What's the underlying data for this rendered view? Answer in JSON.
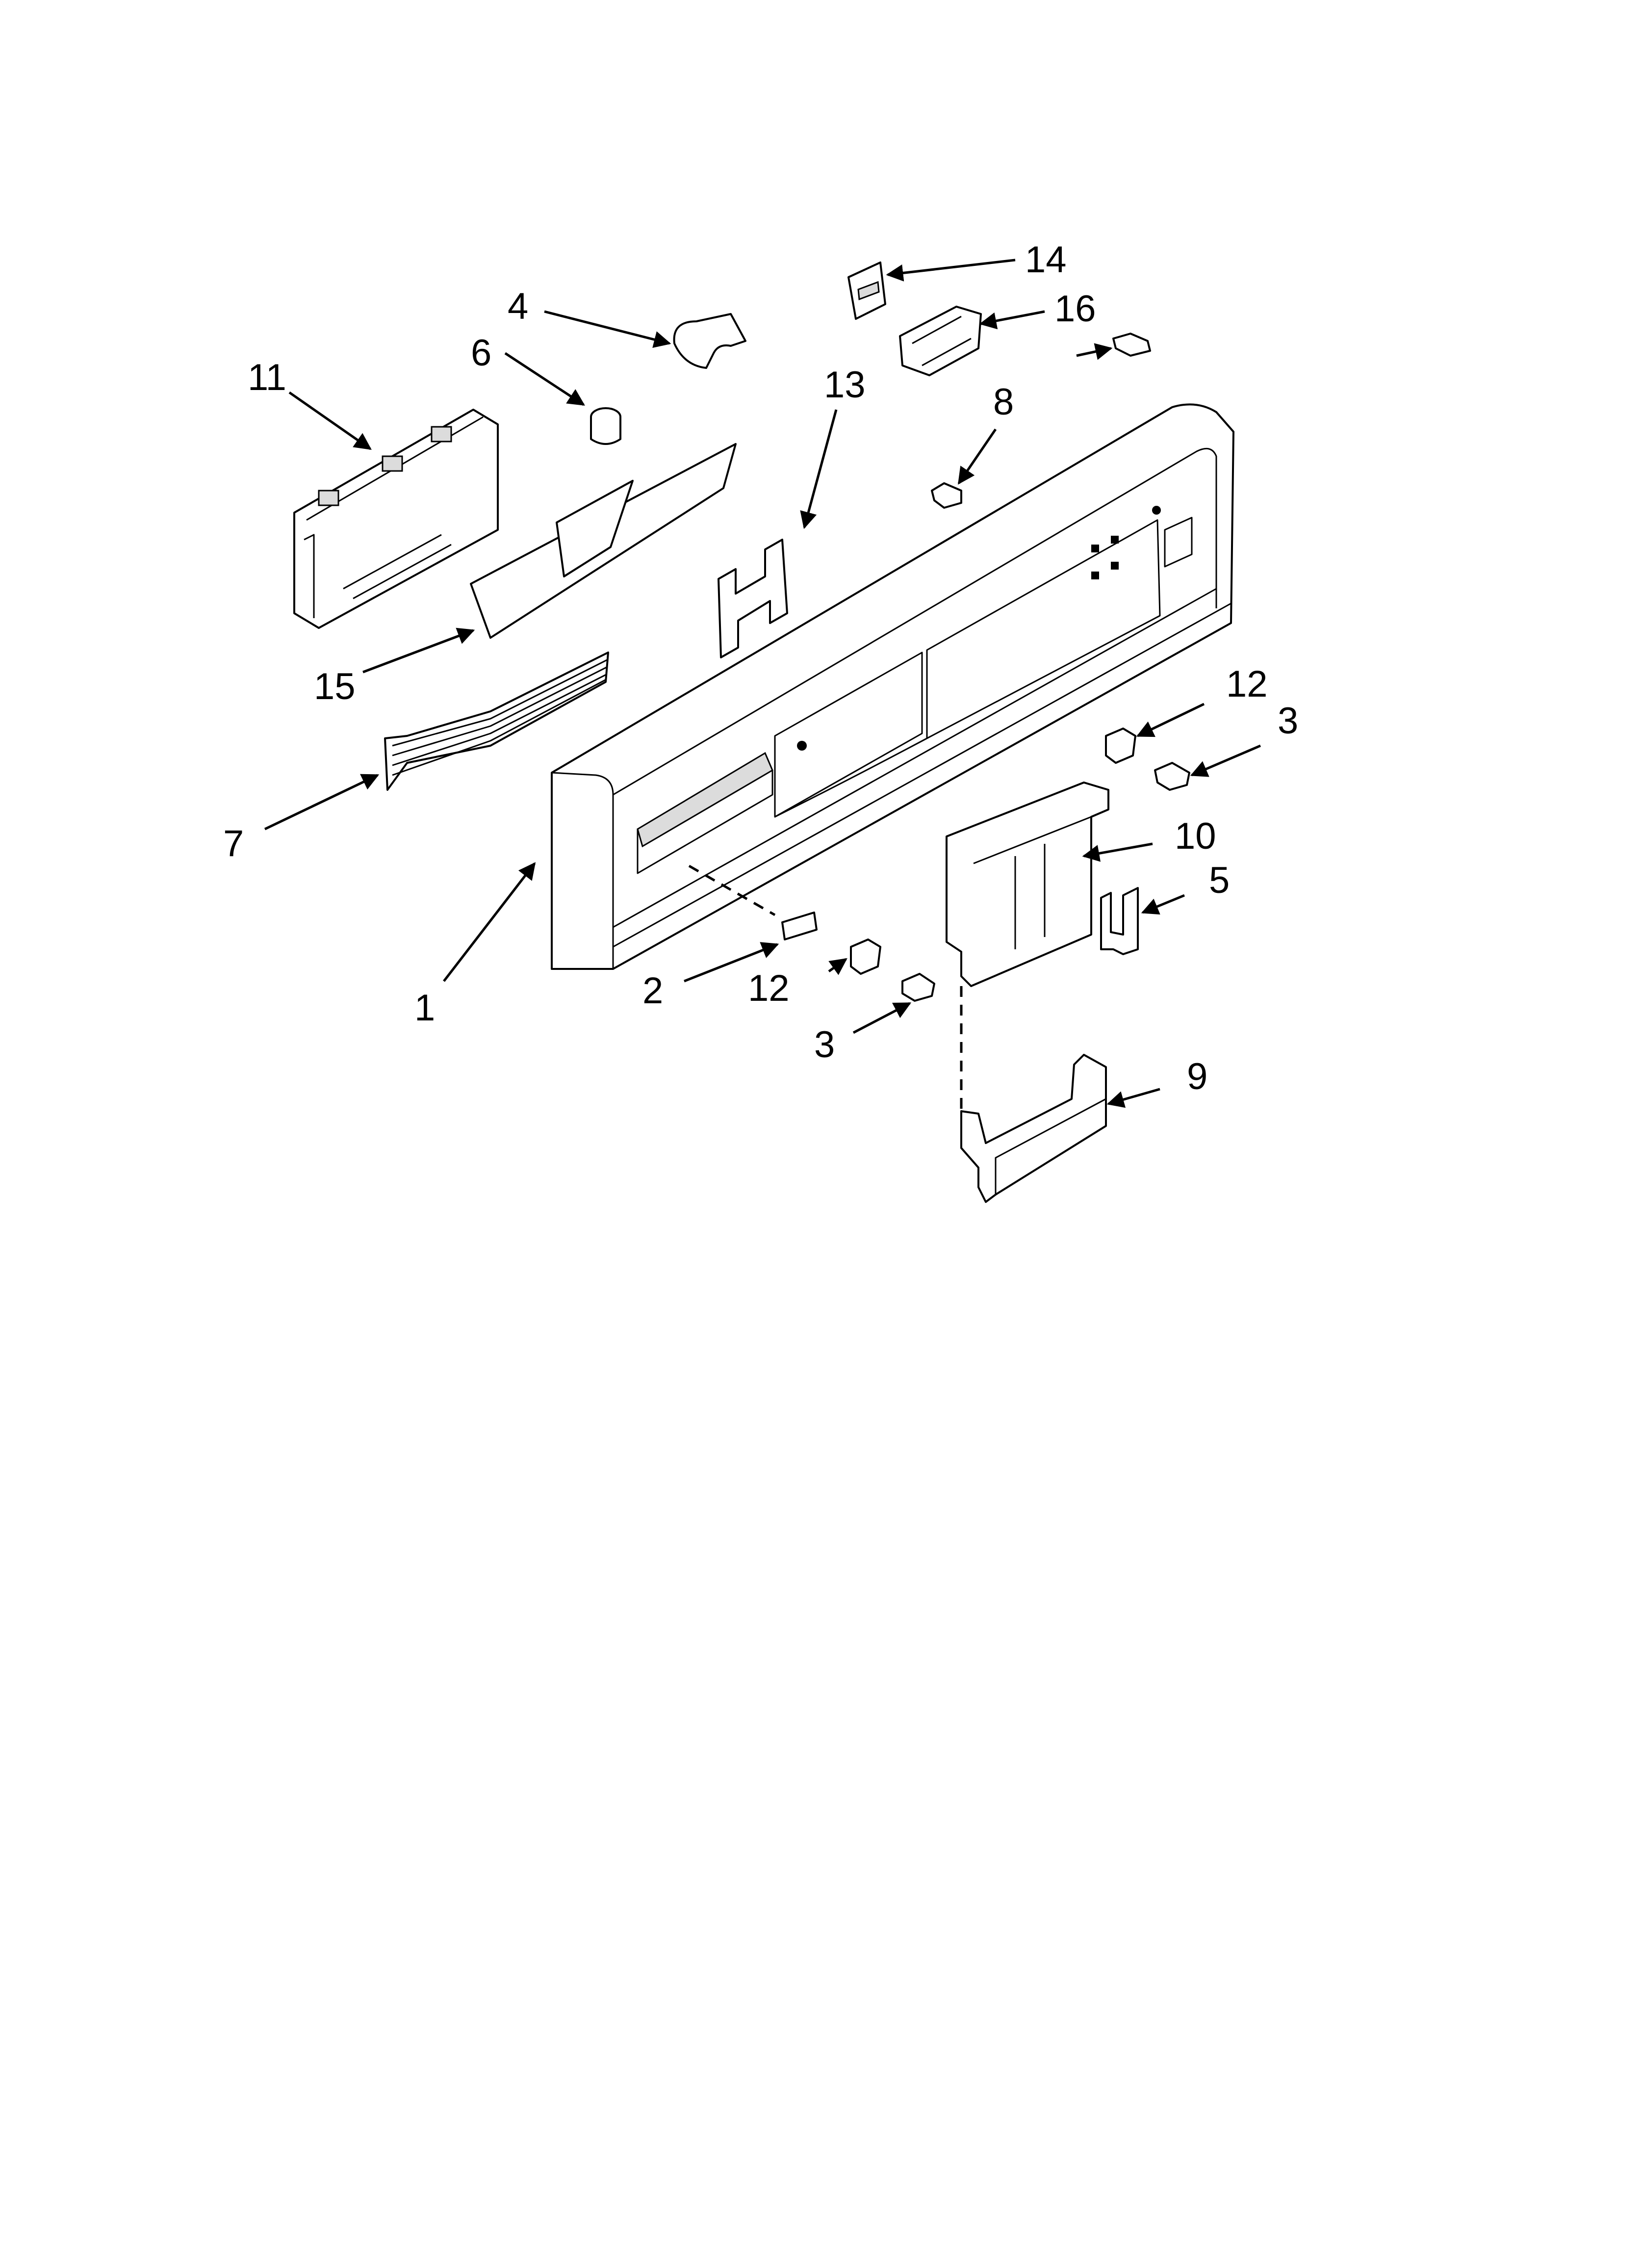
{
  "diagram": {
    "type": "exploded-parts-view",
    "callouts": [
      {
        "id": "c1",
        "text": "1"
      },
      {
        "id": "c2",
        "text": "2"
      },
      {
        "id": "c3a",
        "text": "3"
      },
      {
        "id": "c3b",
        "text": "3"
      },
      {
        "id": "c4",
        "text": "4"
      },
      {
        "id": "c5",
        "text": "5"
      },
      {
        "id": "c6",
        "text": "6"
      },
      {
        "id": "c7",
        "text": "7"
      },
      {
        "id": "c8",
        "text": "8"
      },
      {
        "id": "c9",
        "text": "9"
      },
      {
        "id": "c10",
        "text": "10"
      },
      {
        "id": "c11",
        "text": "11"
      },
      {
        "id": "c12a",
        "text": "12"
      },
      {
        "id": "c12b",
        "text": "12"
      },
      {
        "id": "c13",
        "text": "13"
      },
      {
        "id": "c14",
        "text": "14"
      },
      {
        "id": "c15",
        "text": "15"
      },
      {
        "id": "c16",
        "text": "16"
      }
    ]
  }
}
